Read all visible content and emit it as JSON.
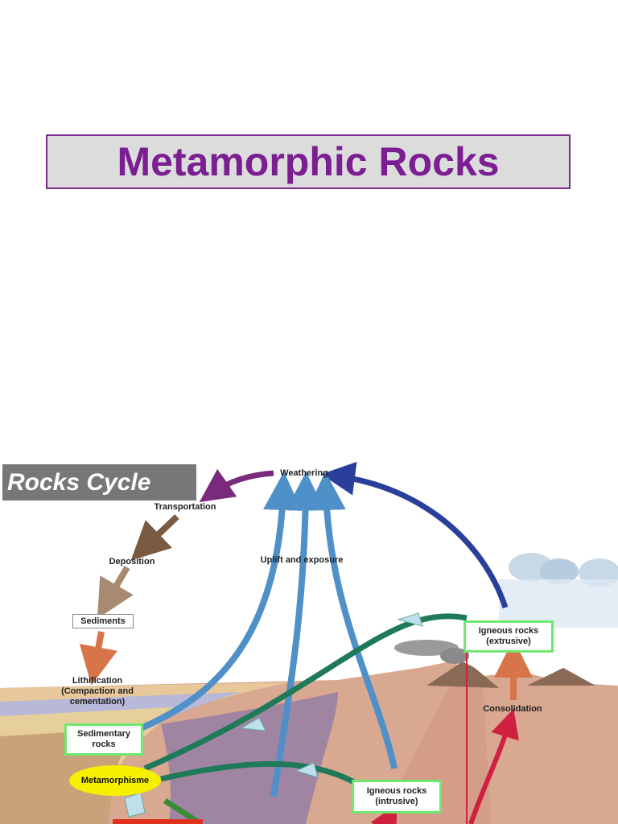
{
  "slide": {
    "title": "Metamorphic Rocks"
  },
  "diagram": {
    "section_label": "Rocks Cycle",
    "labels": {
      "weathering": "Weathering",
      "transportation": "Transportation",
      "deposition": "Deposition",
      "sediments": "Sediments",
      "lithification_1": "Lithification",
      "lithification_2": "(Compaction and",
      "lithification_3": "cementation)",
      "uplift": "Uplift and exposure",
      "sedimentary_1": "Sedimentary",
      "sedimentary_2": "rocks",
      "metamorphisme": "Metamorphisme",
      "igneous_extrusive_1": "Igneous rocks",
      "igneous_extrusive_2": "(extrusive)",
      "consolidation": "Consolidation",
      "igneous_intrusive_1": "Igneous rocks",
      "igneous_intrusive_2": "(intrusive)"
    },
    "colors": {
      "title": "#7b1e92",
      "uplift_arrows": "#4f90c8",
      "weathering_arrow": "#2a3f9a",
      "transport_arrow": "#7a2a7a",
      "metamorphic_arrows": "#1f7a5a",
      "magma_arrows": "#d02040",
      "box_border": "#6ee86e",
      "oval": "#f5ef00"
    }
  }
}
